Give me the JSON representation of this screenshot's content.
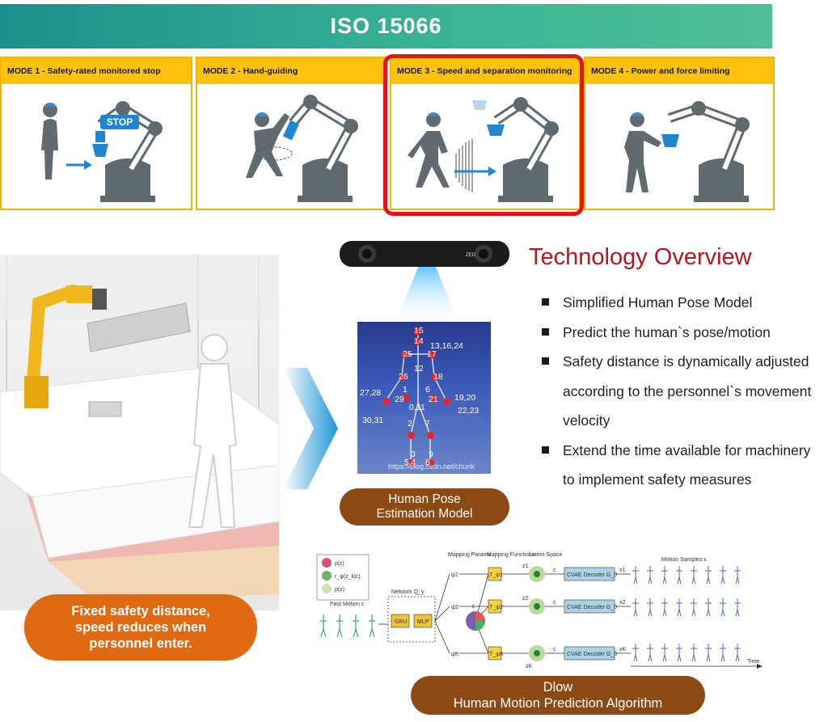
{
  "header": {
    "title": "ISO 15066"
  },
  "modes": [
    {
      "title": "MODE 1 - Safety-rated monitored stop",
      "stop_label": "STOP"
    },
    {
      "title": "MODE 2 - Hand-guiding"
    },
    {
      "title": "MODE 3 - Speed and separation monitoring"
    },
    {
      "title": "MODE 4 - Power and force limiting"
    }
  ],
  "highlight_color": "#e3141b",
  "left_caption": {
    "line1": "Fixed safety distance,",
    "line2": "speed reduces when",
    "line3": "personnel enter."
  },
  "camera": {
    "label": "ZED"
  },
  "pose": {
    "labels": [
      "15",
      "14",
      "13,16,24",
      "25",
      "17",
      "12",
      "26",
      "18",
      "27,28",
      "1",
      "6",
      "29",
      "0,11",
      "21",
      "19,20",
      "22,23",
      "30,31",
      "2",
      "7",
      "3",
      "5",
      "4",
      "9",
      "8"
    ],
    "watermark": "https://blog.csdn.net/chunk",
    "caption_line1": "Human Pose",
    "caption_line2": "Estimation Model"
  },
  "technology": {
    "title": "Technology Overview",
    "bullets": [
      "Simplified Human Pose Model",
      "Predict the human`s  pose/motion",
      "Safety distance is dynamically adjusted according to the personnel`s movement velocity",
      "Extend the time available for machinery to implement safety measures"
    ]
  },
  "dlow": {
    "legend": [
      "p(ε)",
      "r_φ(z_k|c)",
      "p(z)"
    ],
    "past_motion": "Past Motion c",
    "network": "Network Q_γ",
    "gru": "GRU",
    "mlp": "MLP",
    "mapping_params": "Mapping Params",
    "mapping_functions": "Mapping Functions",
    "latent_space": "Latent Space",
    "psi": [
      "ψ1",
      "ψ2",
      "ψK"
    ],
    "t_boxes": [
      "T_ψ1",
      "T_ψ2",
      "T_ψK"
    ],
    "z": [
      "z1",
      "z2",
      "zK"
    ],
    "c": "c",
    "decoders": [
      "CVAE Decoder G_θ",
      "CVAE Decoder G_θ",
      "CVAE Decoder G_θ"
    ],
    "x": [
      "x1",
      "x2",
      "xK"
    ],
    "motion_samples": "Motion Samples x",
    "time": "Time",
    "eps": "ε",
    "caption_line1": "Dlow",
    "caption_line2": "Human Motion Prediction Algorithm"
  }
}
